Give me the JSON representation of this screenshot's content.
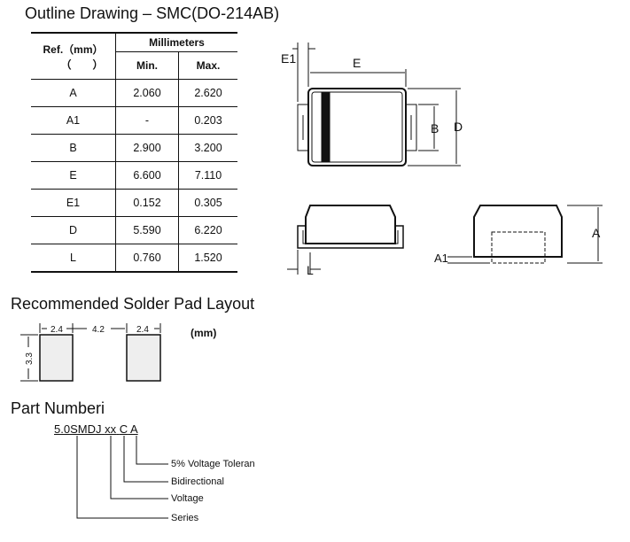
{
  "outline": {
    "title": "Outline Drawing – SMC(DO-214AB)",
    "table": {
      "ref_header": "Ref.（mm）",
      "ref_header2": "（　　）",
      "group_header": "Millimeters",
      "min_header": "Min.",
      "max_header": "Max.",
      "rows": [
        [
          "A",
          "2.060",
          "2.620"
        ],
        [
          "A1",
          "-",
          "0.203"
        ],
        [
          "B",
          "2.900",
          "3.200"
        ],
        [
          "E",
          "6.600",
          "7.110"
        ],
        [
          "E1",
          "0.152",
          "0.305"
        ],
        [
          "D",
          "5.590",
          "6.220"
        ],
        [
          "L",
          "0.760",
          "1.520"
        ]
      ]
    },
    "labels": {
      "E1": "E1",
      "E": "E",
      "B": "B",
      "D": "D",
      "A": "A",
      "A1": "A1",
      "L": "L"
    }
  },
  "solder": {
    "title": "Recommended Solder Pad Layout",
    "unit": "(mm)",
    "w1": "2.4",
    "gap": "4.2",
    "w2": "2.4",
    "h": "3.3"
  },
  "part": {
    "title": "Part Numberi",
    "series_code": "5.0SMDJ",
    "voltage_code": "xx",
    "bidir_code": "C",
    "tol_code": "A",
    "legend": [
      "5% Voltage Toleran",
      "Bidirectional",
      "Voltage",
      "Series"
    ]
  }
}
